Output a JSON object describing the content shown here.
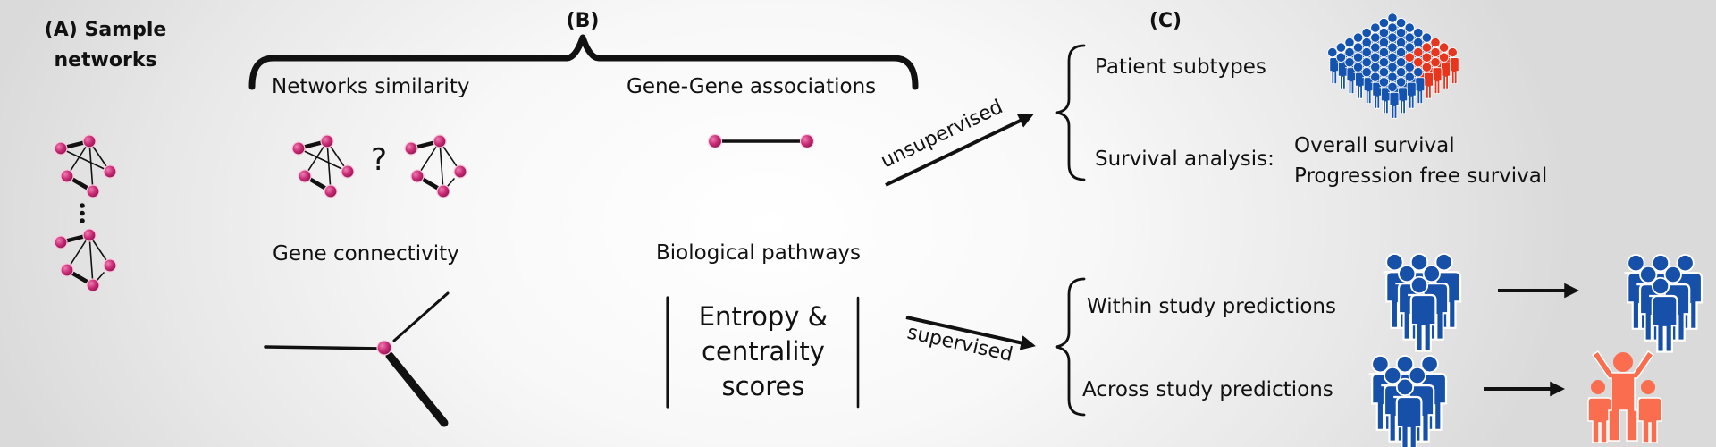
{
  "section_a": {
    "title_line1": "(A) Sample",
    "title_line2": "networks",
    "ellipsis_icon": "vertical-dots",
    "networks": [
      {
        "name": "sample-network-1",
        "icon": "network-graph-icon"
      },
      {
        "name": "sample-network-2",
        "icon": "network-graph-icon"
      }
    ]
  },
  "section_b": {
    "title": "(B)",
    "features": [
      {
        "label": "Networks similarity",
        "icon": "network-comparison-icon",
        "comparison_symbol": "?"
      },
      {
        "label": "Gene-Gene associations",
        "icon": "gene-edge-icon"
      },
      {
        "label": "Gene connectivity",
        "icon": "hub-node-icon"
      },
      {
        "label": "Biological pathways",
        "box_text": [
          "Entropy &",
          "centrality",
          "scores"
        ]
      }
    ]
  },
  "arrows": {
    "unsupervised": "unsupervised",
    "supervised": "supervised"
  },
  "section_c": {
    "title": "(C)",
    "unsupervised_outcomes": [
      {
        "label": "Patient subtypes",
        "icon": "patient-crowd-subtypes-icon"
      },
      {
        "label": "Survival analysis:",
        "details": [
          "Overall survival",
          "Progression free survival"
        ]
      }
    ],
    "supervised_outcomes": [
      {
        "label": "Within study predictions",
        "source_icon": "patient-group-icon",
        "target_icon": "patient-group-icon"
      },
      {
        "label": "Across study predictions",
        "source_icon": "patient-group-icon",
        "target_icon": "cheering-group-icon"
      }
    ]
  },
  "colors": {
    "node": "#c2266f",
    "node_highlight": "#e86aa3",
    "crowd_blue": "#1553b0",
    "crowd_red": "#e8361e",
    "group_blue": "#1750a8",
    "group_orange": "#fa6e4f",
    "line": "#111111"
  }
}
